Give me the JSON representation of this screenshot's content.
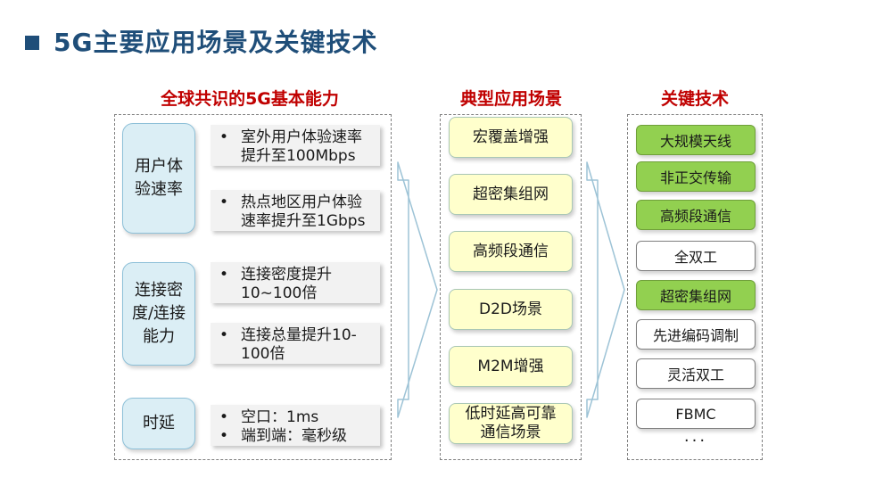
{
  "title": "5G主要应用场景及关键技术",
  "columns": {
    "capabilities_header": "全球共识的5G基本能力",
    "scenarios_header": "典型应用场景",
    "technologies_header": "关键技术"
  },
  "capabilities": [
    {
      "label": "用户体验速率",
      "items": [
        [
          "室外用户体验速率",
          "提升至100Mbps"
        ],
        [
          "热点地区用户体验",
          "速率提升至1Gbps"
        ]
      ]
    },
    {
      "label": "连接密度/连接能力",
      "items": [
        [
          "连接密度提升",
          "10~100倍"
        ],
        [
          "连接总量提升10-",
          "100倍"
        ]
      ]
    },
    {
      "label": "时延",
      "items": [
        [
          "空口：1ms",
          "端到端：毫秒级"
        ]
      ]
    }
  ],
  "bullet": "•",
  "scenarios": [
    "宏覆盖增强",
    "超密集组网",
    "高频段通信",
    "D2D场景",
    "M2M增强",
    "低时延高可靠通信场景"
  ],
  "technologies": [
    {
      "label": "大规模天线",
      "highlight": true
    },
    {
      "label": "非正交传输",
      "highlight": true
    },
    {
      "label": "高频段通信",
      "highlight": true
    },
    {
      "label": "全双工",
      "highlight": false
    },
    {
      "label": "超密集组网",
      "highlight": true
    },
    {
      "label": "先进编码调制",
      "highlight": false
    },
    {
      "label": "灵活双工",
      "highlight": false
    },
    {
      "label": "FBMC",
      "highlight": false
    }
  ],
  "ellipsis": "···",
  "colors": {
    "title": "#1f4e79",
    "header": "#c00000",
    "capability_fill": "#dbeef5",
    "scenario_fill": "#ffffcc",
    "tech_highlight": "#92d050"
  }
}
